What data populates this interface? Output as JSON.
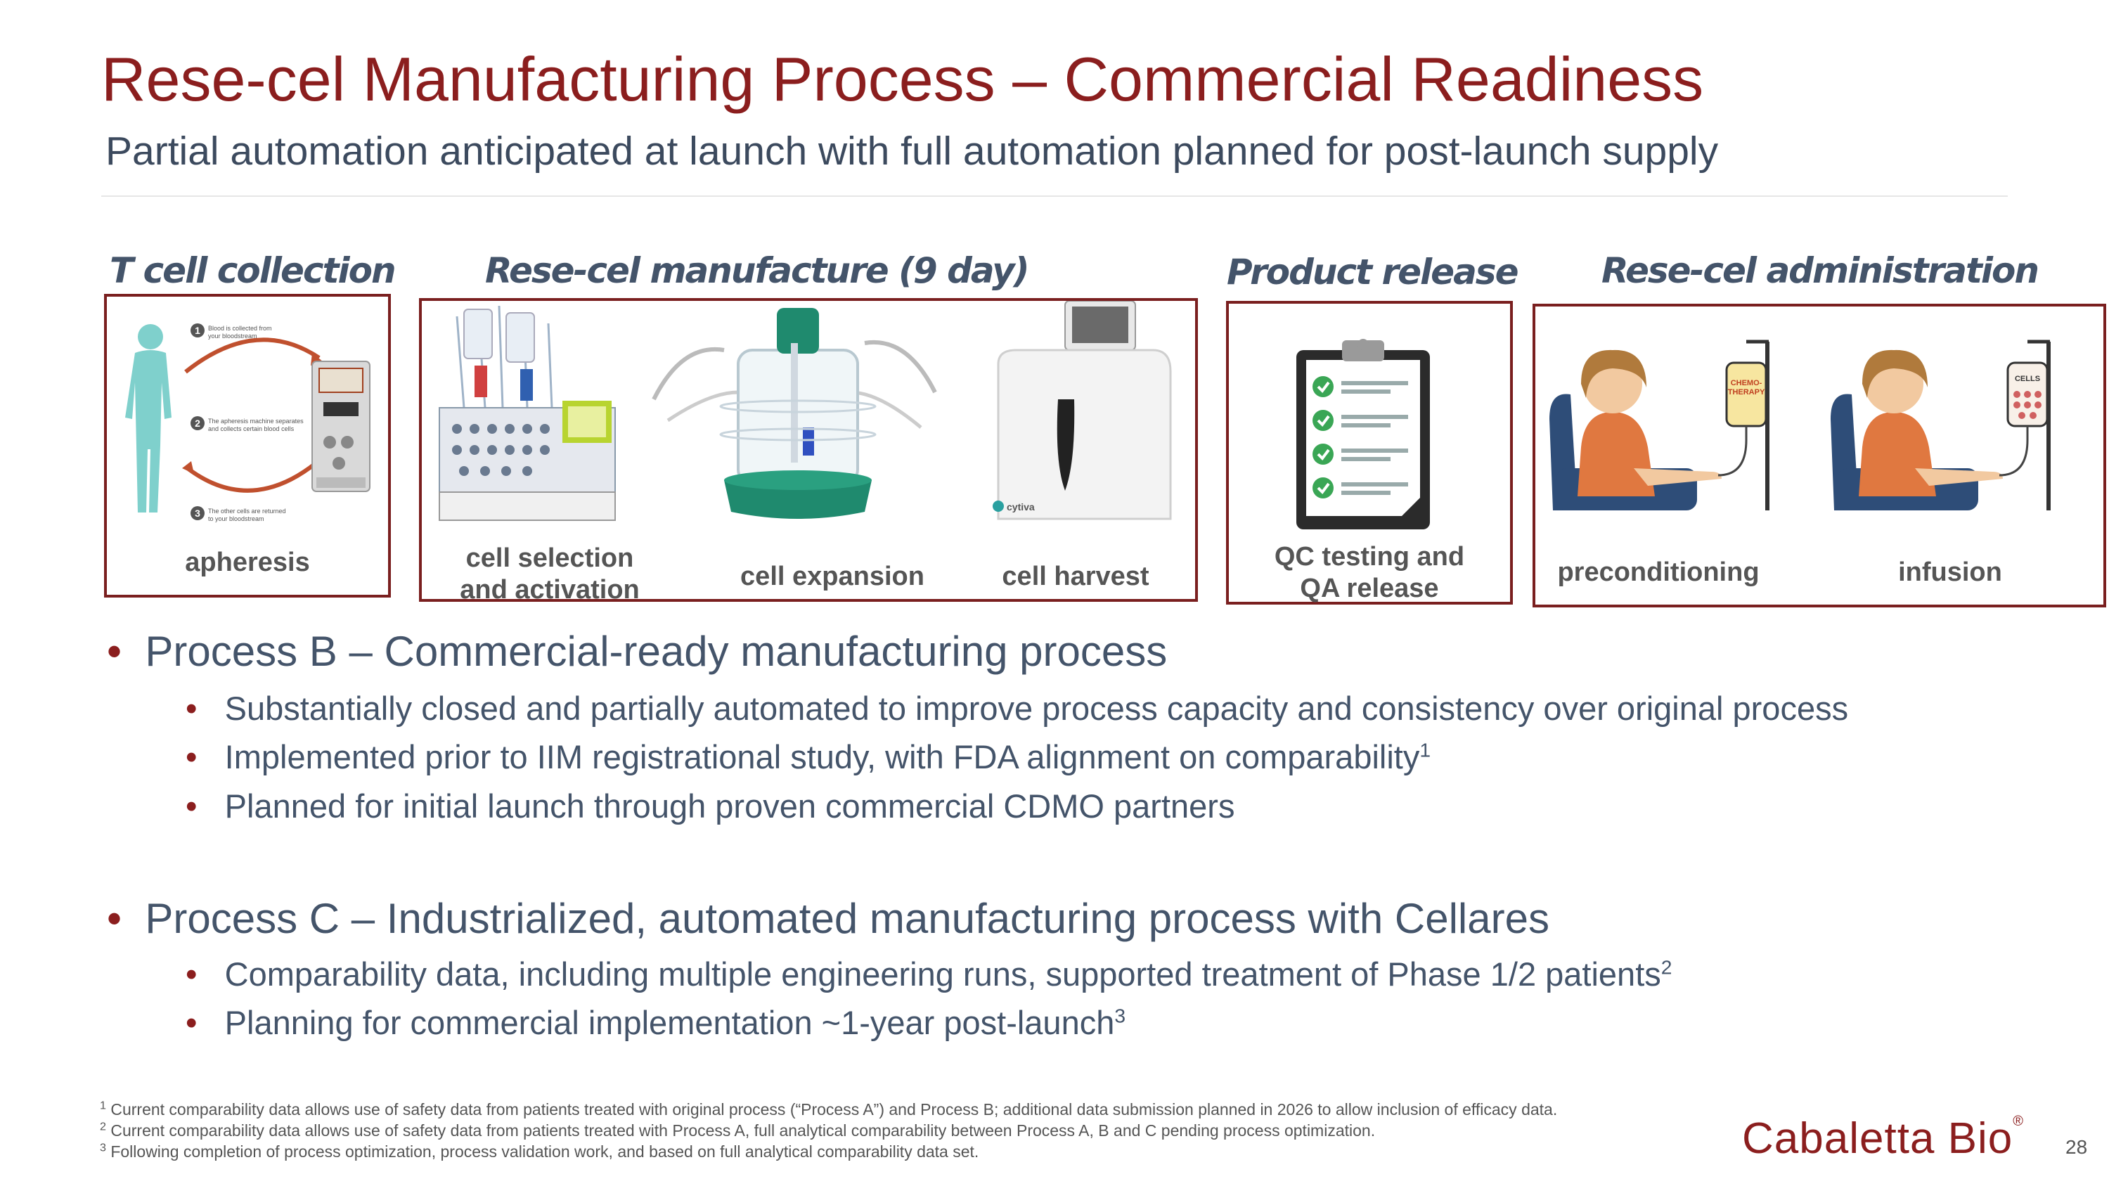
{
  "title": "Rese-cel Manufacturing Process – Commercial Readiness",
  "subtitle": "Partial automation anticipated at launch with full automation planned for post-launch supply",
  "sections": {
    "collection": {
      "heading": "T cell collection",
      "captions": [
        "apheresis"
      ]
    },
    "manufacture": {
      "heading": "Rese-cel manufacture (9 day)",
      "captions": [
        "cell selection",
        "and activation",
        "cell expansion",
        "cell harvest"
      ]
    },
    "release": {
      "heading": "Product release",
      "captions": [
        "QC testing and",
        "QA release"
      ]
    },
    "administration": {
      "heading": "Rese-cel administration",
      "captions": [
        "preconditioning",
        "infusion"
      ]
    }
  },
  "apheresis_diagram": {
    "steps": [
      {
        "num": "1",
        "text1": "Blood is collected from",
        "text2": "your bloodstream"
      },
      {
        "num": "2",
        "text1": "The apheresis machine separates",
        "text2": "and collects certain blood cells"
      },
      {
        "num": "3",
        "text1": "The other cells are returned",
        "text2": "to your bloodstream"
      }
    ]
  },
  "harvest_brand": "cytiva",
  "bag_labels": {
    "chemo": [
      "CHEMO-",
      "THERAPY"
    ],
    "cells": "CELLS"
  },
  "bullets": [
    {
      "text": "Process B – Commercial-ready manufacturing process",
      "subs": [
        {
          "text": "Substantially closed and partially automated to improve process capacity and consistency over original process",
          "sup": ""
        },
        {
          "text": "Implemented prior to IIM registrational study, with FDA alignment on comparability",
          "sup": "1"
        },
        {
          "text": "Planned for initial launch through proven commercial CDMO partners",
          "sup": ""
        }
      ]
    },
    {
      "text": "Process C – Industrialized, automated manufacturing process with Cellares",
      "subs": [
        {
          "text": "Comparability data, including multiple engineering runs, supported treatment of Phase 1/2 patients",
          "sup": "2"
        },
        {
          "text": "Planning for commercial implementation ~1-year post-launch",
          "sup": "3"
        }
      ]
    }
  ],
  "footnotes": [
    {
      "num": "1",
      "text": "Current comparability data allows use of safety data from patients treated with original process (“Process A”) and Process B; additional data submission planned in 2026 to allow inclusion of efficacy data."
    },
    {
      "num": "2",
      "text": "Current comparability data allows use of safety data from patients treated with Process A, full analytical comparability between Process A, B and C pending process optimization."
    },
    {
      "num": "3",
      "text": "Following completion of process optimization, process validation work, and based on full analytical comparability data set."
    }
  ],
  "logo": {
    "text": "Cabaletta Bio",
    "mark": "®"
  },
  "page_number": "28",
  "colors": {
    "brand_red": "#8b1e1e",
    "text_slate": "#44546a",
    "check_green": "#3aa655",
    "teal": "#7fd0cc"
  }
}
